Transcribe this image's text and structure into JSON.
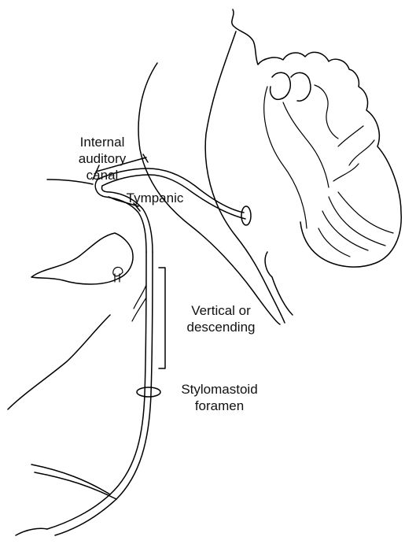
{
  "labels": {
    "internal_auditory_canal": [
      "Internal",
      "auditory",
      "canal"
    ],
    "tympanic": "Tympanic",
    "vertical_or_descending": [
      "Vertical or",
      "descending"
    ],
    "stylomastoid_foramen": [
      "Stylomastoid",
      "foramen"
    ]
  }
}
